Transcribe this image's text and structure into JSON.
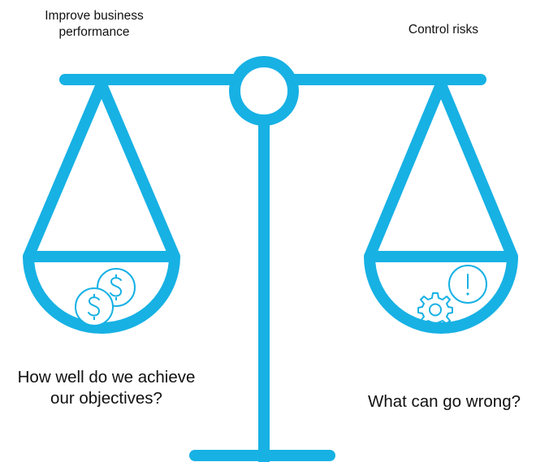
{
  "labels": {
    "left_top": [
      "Improve business",
      "performance"
    ],
    "right_top": "Control risks",
    "left_bottom": [
      "How well do we achieve",
      "our objectives?"
    ],
    "right_bottom": "What can go wrong?"
  },
  "icons": {
    "left_pan": [
      "dollar-coin-icon",
      "dollar-coin-icon"
    ],
    "right_pan": [
      "gear-icon",
      "alert-circle-icon"
    ]
  },
  "colors": {
    "scale": "#17b1e4",
    "text": "#111111",
    "background": "#ffffff"
  }
}
